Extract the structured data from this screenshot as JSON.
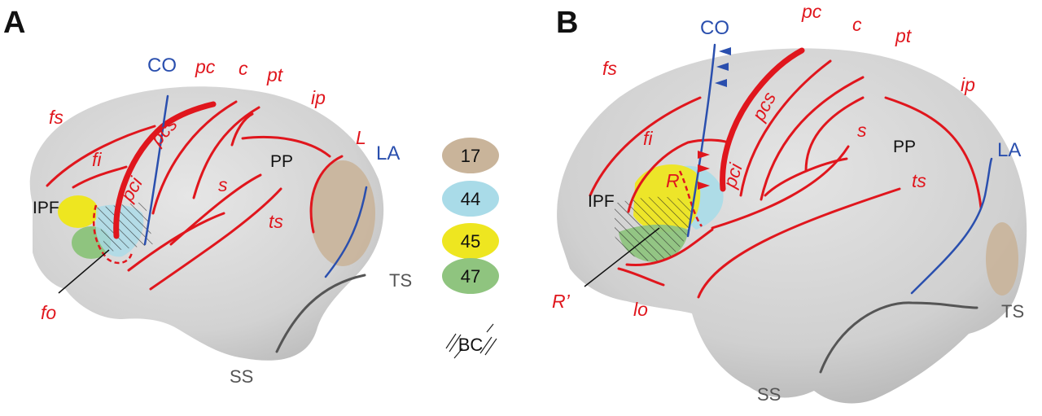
{
  "panels": [
    {
      "letter": "A",
      "labels": {
        "fs": "fs",
        "fi": "fi",
        "pcs": "pcs",
        "pci": "pci",
        "co": "CO",
        "pc": "pc",
        "c": "c",
        "pt": "pt",
        "ip": "ip",
        "l": "L",
        "la": "LA",
        "pp": "PP",
        "s": "s",
        "ts_sulcus": "ts",
        "ipf": "IPF",
        "fo": "fo",
        "ts_region": "TS",
        "ss": "SS"
      }
    },
    {
      "letter": "B",
      "labels": {
        "fs": "fs",
        "fi": "fi",
        "pcs": "pcs",
        "pci": "pci",
        "co": "CO",
        "pc": "pc",
        "c": "c",
        "pt": "pt",
        "ip": "ip",
        "la": "LA",
        "pp": "PP",
        "s": "s",
        "ts_sulcus": "ts",
        "ipf": "IPF",
        "r": "R",
        "r_prime": "R’",
        "lo": "lo",
        "ts_region": "TS",
        "ss": "SS"
      }
    }
  ],
  "legend": {
    "items": [
      {
        "label": "17",
        "color": "#c9b49a"
      },
      {
        "label": "44",
        "color": "#a9dbe8"
      },
      {
        "label": "45",
        "color": "#eee620"
      },
      {
        "label": "47",
        "color": "#8fc47f"
      }
    ],
    "hatch_label": "BC"
  },
  "colors": {
    "sulci": "#e0161d",
    "central_operculum": "#2a4fae",
    "brain_surface": "#d3d3d3",
    "outline_gray": "#555555"
  }
}
